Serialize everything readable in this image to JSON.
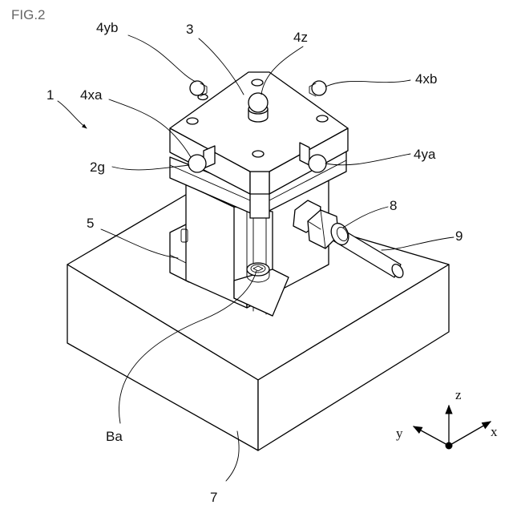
{
  "figure": {
    "title": "FIG.2",
    "labels": {
      "device": "1",
      "top_plate": "3",
      "ball_4yb": "4yb",
      "ball_4z": "4z",
      "ball_4xa": "4xa",
      "ball_4xb": "4xb",
      "ball_4ya": "4ya",
      "groove_2g": "2g",
      "holder_5": "5",
      "nut_8": "8",
      "rod_9": "9",
      "bolt_Ba": "Ba",
      "base_7": "7"
    },
    "axes": {
      "z": "z",
      "y": "y",
      "x": "x"
    }
  }
}
